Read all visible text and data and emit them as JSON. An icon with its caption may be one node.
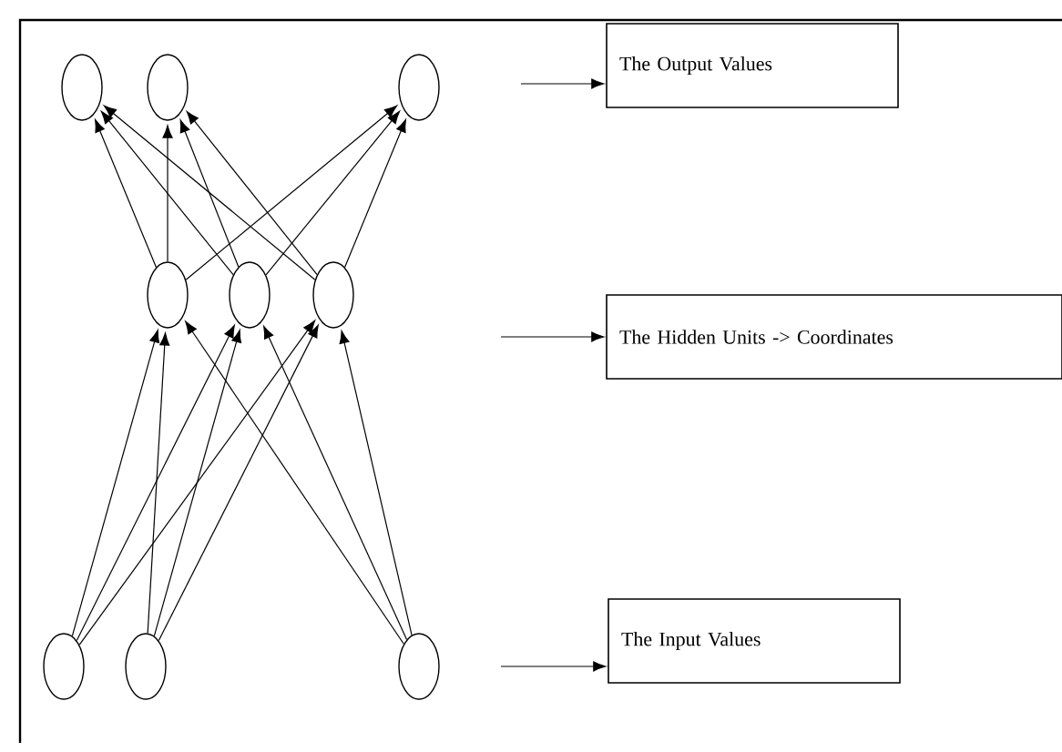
{
  "diagram": {
    "nodes": [
      {
        "text": [],
        "shape": "circle"
      },
      {
        "text": [],
        "shape": "circle"
      },
      {
        "text": [],
        "shape": "circle"
      },
      {
        "text": [],
        "shape": "circle"
      },
      {
        "text": [],
        "shape": "circle"
      },
      {
        "text": [],
        "shape": "circle"
      },
      {
        "text": [],
        "shape": "circle"
      },
      {
        "text": [],
        "shape": "circle"
      },
      {
        "text": [],
        "shape": "circle"
      },
      {
        "text": [
          "The Output Values"
        ]
      },
      {
        "text": [
          "The Hidden Units -> Coordinates"
        ]
      },
      {
        "text": [
          "The Input Values"
        ]
      }
    ],
    "edges": [
      {
        "from": 3,
        "to": 0,
        "arrow": "to"
      },
      {
        "from": 3,
        "to": 1,
        "arrow": "to"
      },
      {
        "from": 3,
        "to": 2,
        "arrow": "to"
      },
      {
        "from": 4,
        "to": 0,
        "arrow": "to"
      },
      {
        "from": 4,
        "to": 1,
        "arrow": "to"
      },
      {
        "from": 4,
        "to": 2,
        "arrow": "to"
      },
      {
        "from": 5,
        "to": 0,
        "arrow": "to"
      },
      {
        "from": 5,
        "to": 1,
        "arrow": "to"
      },
      {
        "from": 5,
        "to": 2,
        "arrow": "to"
      },
      {
        "from": 6,
        "to": 3,
        "arrow": "to"
      },
      {
        "from": 6,
        "to": 4,
        "arrow": "to"
      },
      {
        "from": 6,
        "to": 5,
        "arrow": "to"
      },
      {
        "from": 7,
        "to": 3,
        "arrow": "to"
      },
      {
        "from": 7,
        "to": 4,
        "arrow": "to"
      },
      {
        "from": 7,
        "to": 5,
        "arrow": "to"
      },
      {
        "from": 8,
        "to": 3,
        "arrow": "to"
      },
      {
        "from": 8,
        "to": 4,
        "arrow": "to"
      },
      {
        "from": 8,
        "to": 5,
        "arrow": "to"
      },
      {
        "from": null,
        "to": 9,
        "arrow": "to"
      },
      {
        "from": null,
        "to": 10,
        "arrow": "to"
      },
      {
        "from": null,
        "to": 11,
        "arrow": "to"
      }
    ]
  }
}
